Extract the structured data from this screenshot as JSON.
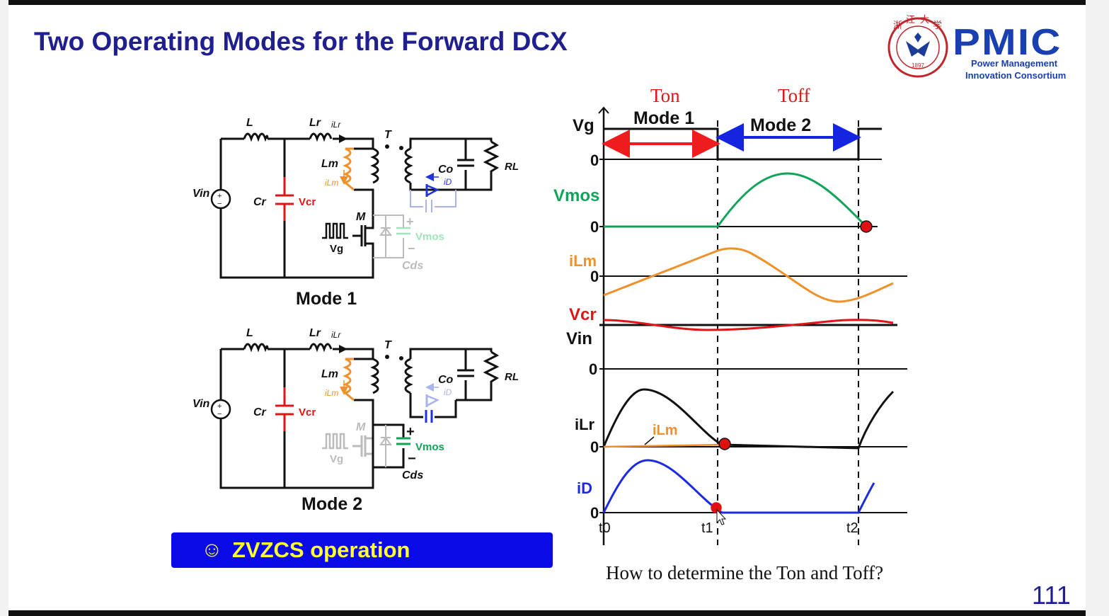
{
  "slide": {
    "title": "Two Operating Modes for the Forward DCX",
    "page_number": "111",
    "banner_text": "ZVZCS operation",
    "banner_icon": "smiley-icon",
    "question": "How to determine the Ton and Toff?"
  },
  "logo": {
    "university_seal_text": "ZHEJIANG UNIVERSITY",
    "university_year": "1897",
    "brand": "PMIC",
    "brand_line1": "Power Management",
    "brand_line2": "Innovation Consortium"
  },
  "circuit_mode1": {
    "caption": "Mode 1",
    "L": "L",
    "Lr": "Lr",
    "iLr": "iLr",
    "T": "T",
    "Lm": "Lm",
    "iLm": "iLm",
    "Vin": "Vin",
    "Cr": "Cr",
    "Vcr": "Vcr",
    "Co": "Co",
    "iD": "iD",
    "RL": "RL",
    "M": "M",
    "Vg": "Vg",
    "Vmos": "Vmos",
    "Cds": "Cds",
    "plus": "+",
    "minus": "−"
  },
  "circuit_mode2": {
    "caption": "Mode 2",
    "L": "L",
    "Lr": "Lr",
    "iLr": "iLr",
    "T": "T",
    "Lm": "Lm",
    "iLm": "iLm",
    "Vin": "Vin",
    "Cr": "Cr",
    "Vcr": "Vcr",
    "Co": "Co",
    "iD": "iD",
    "RL": "RL",
    "M": "M",
    "Vg": "Vg",
    "Vmos": "Vmos",
    "Cds": "Cds",
    "plus": "+",
    "minus": "−"
  },
  "waveforms": {
    "ton": "Ton",
    "toff": "Toff",
    "mode1": "Mode 1",
    "mode2": "Mode 2",
    "labels": {
      "vg": "Vg",
      "vmos": "Vmos",
      "ilm": "iLm",
      "vcr": "Vcr",
      "vin": "Vin",
      "ilr": "iLr",
      "ilm_inner": "iLm",
      "id": "iD"
    },
    "zero": "0",
    "ticks": [
      "t0",
      "t1",
      "t2"
    ],
    "colors": {
      "vmos": "#12a35a",
      "ilm": "#f0902a",
      "vcr": "#e01515",
      "id": "#1c2be0",
      "ton_arrow": "#ee1c1c",
      "toff_arrow": "#1424e0",
      "marker": "#e01010"
    }
  }
}
